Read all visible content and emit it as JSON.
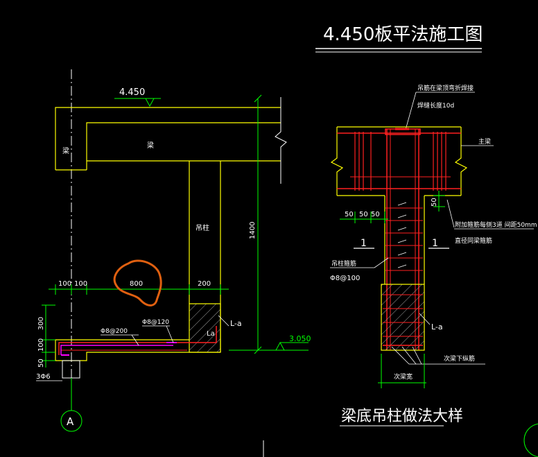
{
  "drawing": {
    "plan_title": "4.450板平法施工图",
    "detail_title": "梁底吊柱做法大样"
  },
  "left_detail": {
    "elevation_top": "4.450",
    "elevation_bottom": "3.050",
    "beam_label_vertical": "梁",
    "beam_label": "梁",
    "column_label": "吊柱",
    "height_dim": "1400",
    "dim_100a": "100",
    "dim_100b": "100",
    "dim_800": "800",
    "dim_200": "200",
    "dim_300": "300",
    "dim_100c": "100",
    "dim_50": "50",
    "bar_3phi6": "3Φ6",
    "rebar_1": "Φ8@200",
    "rebar_2": "Φ8@120",
    "la_label": "La",
    "la_leader": "L-a",
    "axis_label": "A"
  },
  "right_detail": {
    "note_top_1": "吊筋在梁顶弯折焊接",
    "note_top_2": "焊缝长度10d",
    "main_beam": "主梁",
    "dim_50_v": "50",
    "dim_50_1": "50",
    "dim_50_2": "50",
    "dim_50_3": "50",
    "note_add_1": "附加箍筋每侧3道 间距50mm",
    "note_add_2": "直径同梁箍筋",
    "section_1a": "1",
    "section_1b": "1",
    "stirrup_label": "吊柱箍筋",
    "stirrup_spec": "Φ8@100",
    "la_leader": "L-a",
    "secondary_bottom_bar": "次梁下纵筋",
    "secondary_width": "次梁宽"
  },
  "colors": {
    "outline": "#ffff00",
    "dimension": "#00ff00",
    "rebar": "#ff2020",
    "stirrup": "#ff00ff",
    "text": "#ffffff",
    "hatch": "#a0a0a0",
    "annotation": "#e06010",
    "axis": "#ffffff"
  }
}
